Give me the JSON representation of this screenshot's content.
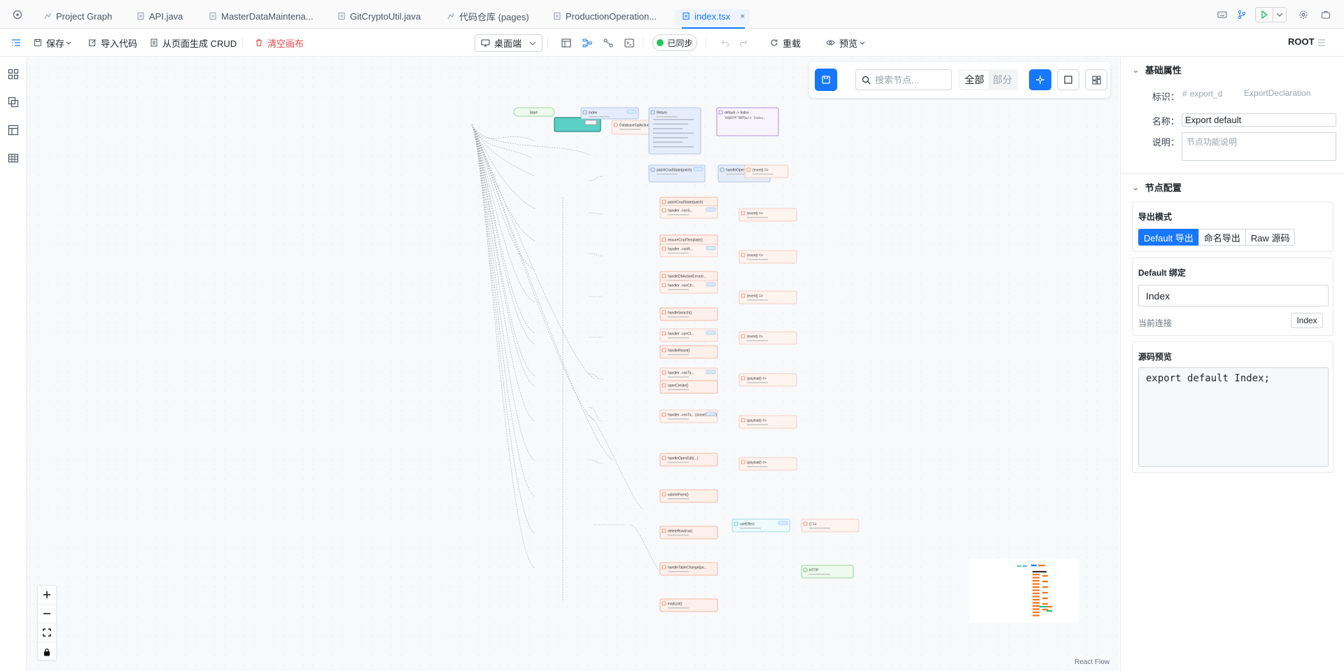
{
  "tabs": [
    {
      "label": "Project Graph",
      "icon": "graph-icon",
      "active": false
    },
    {
      "label": "API.java",
      "icon": "file-icon",
      "active": false
    },
    {
      "label": "MasterDataMaintena...",
      "icon": "file-icon",
      "active": false
    },
    {
      "label": "GitCryptoUtil.java",
      "icon": "file-icon",
      "active": false
    },
    {
      "label": "代码仓库 (pages)",
      "icon": "repo-icon",
      "active": false
    },
    {
      "label": "ProductionOperation...",
      "icon": "file-icon",
      "active": false
    },
    {
      "label": "index.tsx",
      "icon": "file-icon",
      "active": true,
      "close": "×"
    }
  ],
  "toolbar": {
    "save_label": "保存",
    "import_label": "导入代码",
    "generate_crud_label": "从页面生成 CRUD",
    "clear_canvas_label": "清空画布",
    "device_select": "桌面端",
    "sync_status": "已同步",
    "reload_label": "重载",
    "preview_label": "预览",
    "root_label": "ROOT"
  },
  "canvas": {
    "search_placeholder": "搜索节点...",
    "filter_all": "全部",
    "filter_partial": "部分",
    "attribution": "React Flow",
    "nodes": {
      "start": "Start",
      "index": "Index",
      "return": "Return",
      "default_index": "default -> Index",
      "export_default_code": "export default Index;",
      "database_action": "DatabaseSqlAction",
      "patch_crud": "patchCrudState(patch)",
      "handler_1": "handler ->onS...",
      "ensure_crud": "ensureCrudTemplate()",
      "handler_2": "handler ->onR...",
      "handle_db_error": "handleDbActionError(e...",
      "handler_3": "handler ->onCh...",
      "handle_search": "handleSearch()",
      "handler_4": "handler ->onCl...",
      "handle_reset": "handleReset()",
      "handler_5": "handler ->onTa...",
      "open_create": "openCreate()",
      "handler_6": "handler ->onTa... (closeDrawer)",
      "handle_open_edit": "handleOpenEdit(...)",
      "submit_form": "submitForm()",
      "delete_row": "deleteRow(row)",
      "handle_table_change": "handleTableChange(pa...",
      "load_list": "loadList()",
      "use_effect": "useEffect",
      "arrow_fn": "() =>",
      "http": "HTTP",
      "event_cb": "(event) =>",
      "payload_cb": "(payload) =>"
    }
  },
  "panel": {
    "basic_props_title": "基础属性",
    "id_label": "标识：",
    "id_value": "export_d",
    "type_value": "ExportDeclaration",
    "name_label": "名称：",
    "name_value": "Export default",
    "desc_label": "说明：",
    "desc_placeholder": "节点功能说明",
    "node_config_title": "节点配置",
    "export_mode_title": "导出模式",
    "export_modes": [
      "Default 导出",
      "命名导出",
      "Raw 源码"
    ],
    "default_binding_title": "Default 绑定",
    "default_binding_value": "Index",
    "current_connection_label": "当前连接",
    "current_connection_value": "Index",
    "source_preview_title": "源码预览",
    "source_code": "export default Index;"
  },
  "colors": {
    "accent": "#1677ff",
    "danger": "#e5484d",
    "success": "#22c55e",
    "node_orange": "#f3a58c",
    "node_blue": "#9db8e6",
    "node_purple": "#9b6fd6",
    "node_teal": "#14b8a6"
  }
}
